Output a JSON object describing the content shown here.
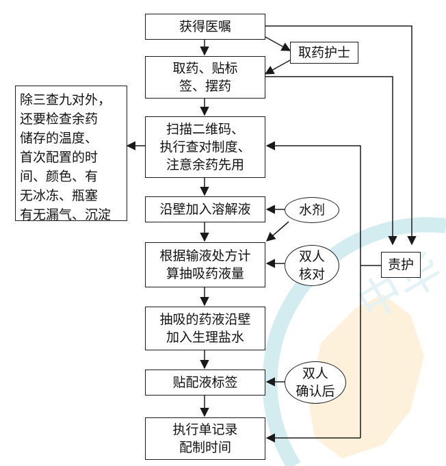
{
  "diagram": {
    "steps": {
      "get_order": "获得医嘱",
      "take_medicine_nurse": "取药护士",
      "take_label_place": "取药、贴标\n签、摆药",
      "scan_check": "扫描二维码、\n执行查对制度、\n注意余药先用",
      "add_solvent": "沿壁加入溶解液",
      "calculate": "根据输液处方计\n算抽吸药液量",
      "add_saline": "抽吸的药液沿壁\n加入生理盐水",
      "label_bag": "贴配液标签",
      "record_time": "执行单记录\n配制时间"
    },
    "side_note": "除三查九对外，\n还要检查余药\n储存的温度、\n首次配置的时\n间、颜色、有\n无冰冻、瓶塞\n有无漏气、沉淀",
    "ovals": {
      "water_agent": "水剂",
      "double_check": "双人\n核对",
      "double_confirm": "双人\n确认后"
    },
    "responsible_nurse": "责护",
    "watermark": "中华"
  }
}
